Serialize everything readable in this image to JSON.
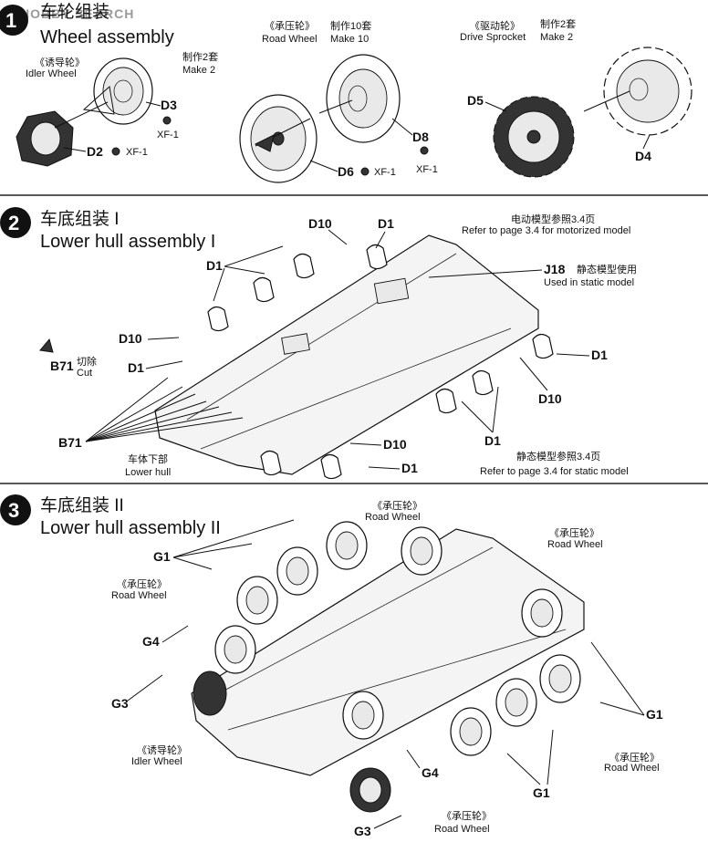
{
  "watermark": "HOBBY SEARCH",
  "step1": {
    "number": "1",
    "title_zh": "车轮组装",
    "title_en": "Wheel assembly",
    "idler": {
      "label_zh": "《诱导轮》",
      "label_en": "Idler Wheel",
      "count_zh": "制作2套",
      "count_en": "Make 2",
      "parts": [
        "D3",
        "D2"
      ],
      "paint": [
        "XF-1",
        "XF-1"
      ]
    },
    "road": {
      "label_zh": "《承压轮》",
      "label_en": "Road Wheel",
      "count_zh": "制作10套",
      "count_en": "Make 10",
      "parts": [
        "D8",
        "D6"
      ],
      "paint": [
        "XF-1",
        "XF-1"
      ]
    },
    "sprocket": {
      "label_zh": "《驱动轮》",
      "label_en": "Drive Sprocket",
      "count_zh": "制作2套",
      "count_en": "Make 2",
      "parts": [
        "D5",
        "D4"
      ]
    }
  },
  "step2": {
    "number": "2",
    "title_zh": "车底组装 I",
    "title_en": "Lower hull assembly I",
    "motorized_zh": "电动模型参照3.4页",
    "motorized_en": "Refer to page 3.4 for motorized model",
    "static_part": "J18",
    "static_zh": "静态模型使用",
    "static_en": "Used in static model",
    "static_ref_zh": "静态模型参照3.4页",
    "static_ref_en": "Refer to page 3.4 for static model",
    "cut_part": "B71",
    "cut_zh": "切除",
    "cut_en": "Cut",
    "hull_zh": "车体下部",
    "hull_en": "Lower hull",
    "parts": {
      "d1": "D1",
      "d10": "D10",
      "b71": "B71"
    }
  },
  "step3": {
    "number": "3",
    "title_zh": "车底组装 II",
    "title_en": "Lower hull assembly II",
    "road_zh": "《承压轮》",
    "road_en": "Road Wheel",
    "idler_zh": "《诱导轮》",
    "idler_en": "Idler Wheel",
    "parts": {
      "g1": "G1",
      "g3": "G3",
      "g4": "G4"
    }
  }
}
